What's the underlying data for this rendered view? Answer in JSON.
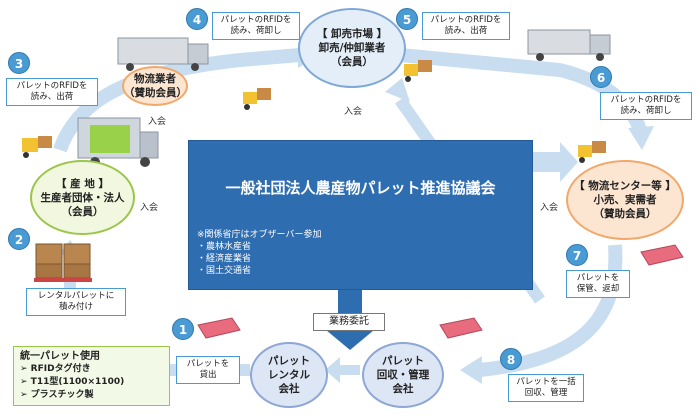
{
  "center": {
    "title": "一般社団法人農産物パレット推進協議会",
    "observer_note": "※関係省庁はオブザーバー参加",
    "ministries": [
      "・農林水産省",
      "・経済産業省",
      "・国土交通省"
    ]
  },
  "nodes": {
    "production": {
      "heading": "【 産 地 】",
      "line1": "生産者団体・法人",
      "line2": "（会員）"
    },
    "logistics": {
      "line1": "物流業者",
      "line2": "（賛助会員）"
    },
    "wholesale": {
      "heading": "【 卸売市場 】",
      "line1": "卸売/仲卸業者",
      "line2": "（会員）"
    },
    "distribution": {
      "heading": "【 物流センター等 】",
      "line1": "小売、実需者",
      "line2": "（賛助会員）"
    },
    "rental": {
      "line1": "パレット",
      "line2": "レンタル",
      "line3": "会社"
    },
    "collection": {
      "line1": "パレット",
      "line2": "回収・管理",
      "line3": "会社"
    }
  },
  "join_label": "入会",
  "business_entrust": "業務委託",
  "steps": [
    {
      "num": "1",
      "lines": [
        "パレットを",
        "貸出"
      ]
    },
    {
      "num": "2",
      "lines": [
        "レンタルパレットに",
        "積み付け"
      ]
    },
    {
      "num": "3",
      "lines": [
        "パレットのRFIDを",
        "読み、出荷"
      ]
    },
    {
      "num": "4",
      "lines": [
        "パレットのRFIDを",
        "読み、荷卸し"
      ]
    },
    {
      "num": "5",
      "lines": [
        "パレットのRFIDを",
        "読み、出荷"
      ]
    },
    {
      "num": "6",
      "lines": [
        "パレットのRFIDを",
        "読み、荷卸し"
      ]
    },
    {
      "num": "7",
      "lines": [
        "パレットを",
        "保管、返却"
      ]
    },
    {
      "num": "8",
      "lines": [
        "パレットを一括",
        "回収、管理"
      ]
    }
  ],
  "unified": {
    "heading": "統一パレット使用",
    "items": [
      "➢ RFIDタグ付き",
      "➢ T11型(1100×1100)",
      "➢ プラスチック製"
    ]
  },
  "colors": {
    "center": "#2f6db1",
    "arrow": "#c5dcef",
    "step_badge": "#4a9bd3",
    "green": "#9bc64a",
    "orange": "#f1a86b"
  }
}
